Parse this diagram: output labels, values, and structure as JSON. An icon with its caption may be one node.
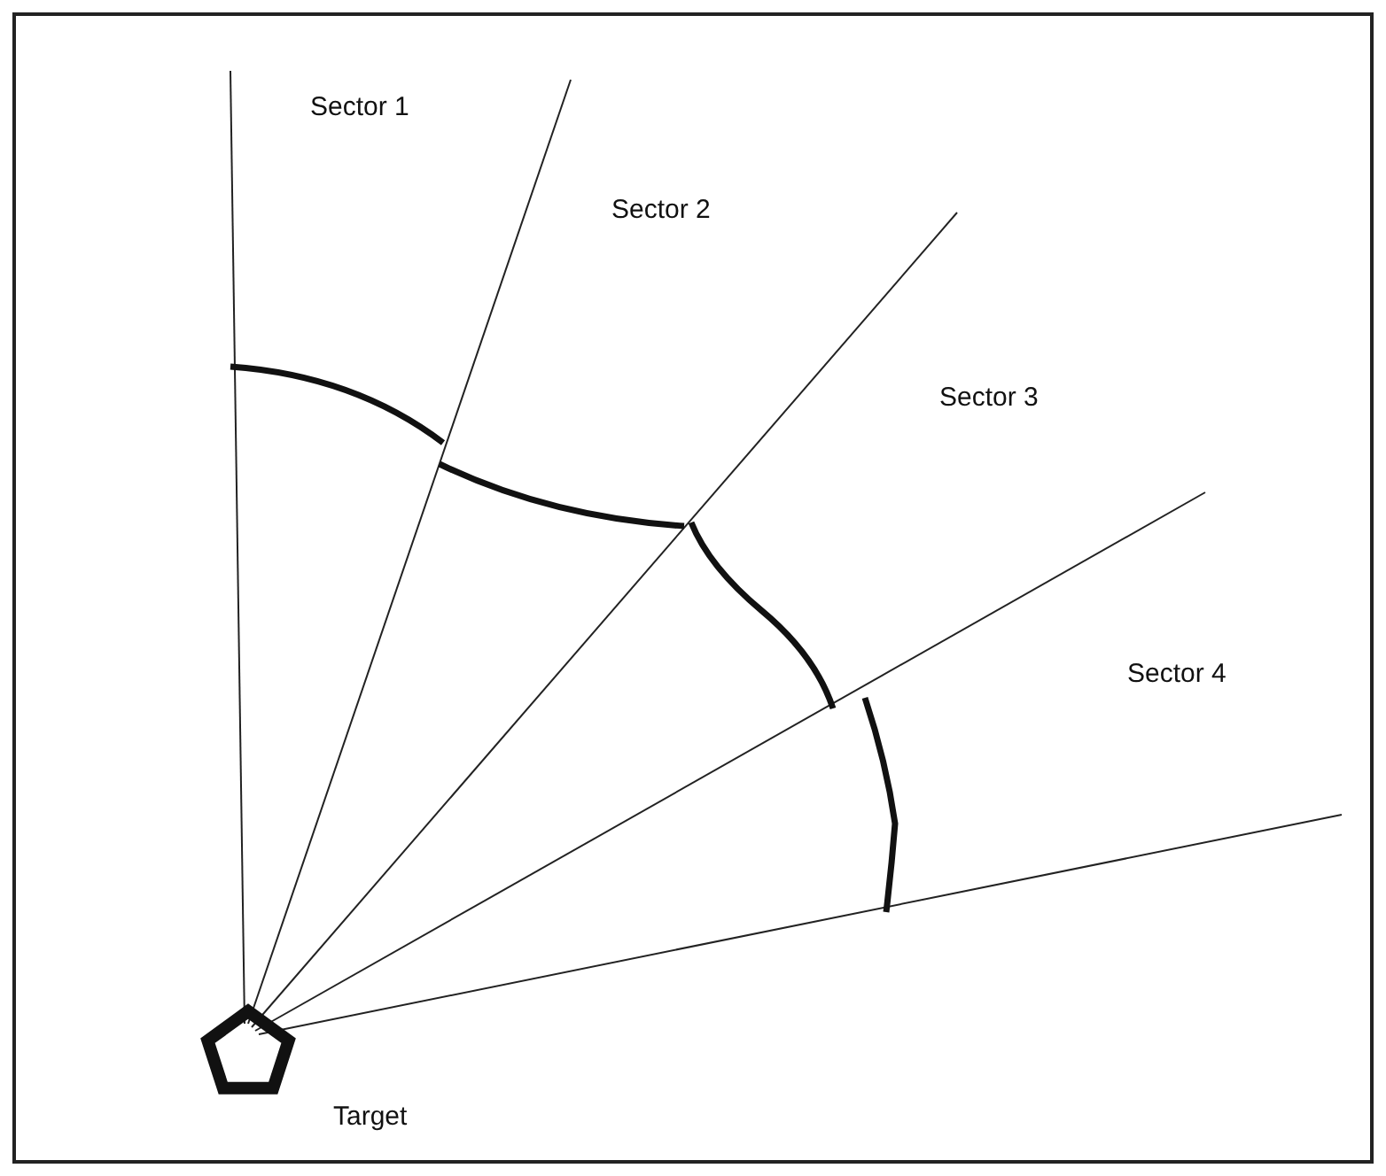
{
  "diagram": {
    "nodes": [
      {
        "text": [],
        "shape": "pentagon",
        "beside": [
          "Target"
        ]
      }
    ],
    "labels": [
      "Sector 1",
      "Sector 2",
      "Sector 3",
      "Sector 4"
    ]
  }
}
